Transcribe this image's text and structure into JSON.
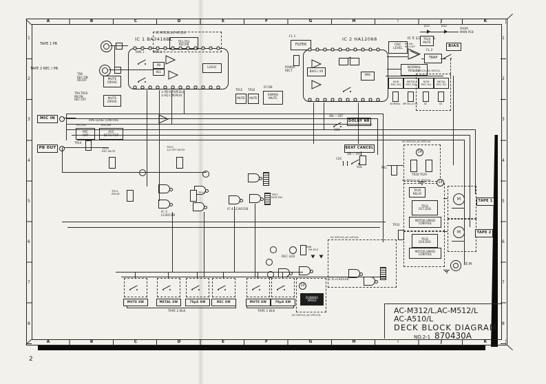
{
  "page": {
    "number": "2"
  },
  "frame": {
    "cols": [
      "A",
      "B",
      "C",
      "D",
      "E",
      "F",
      "G",
      "H",
      "I",
      "J",
      "K"
    ],
    "rows": [
      "1",
      "2",
      "3",
      "4",
      "5",
      "6",
      "7",
      "8"
    ]
  },
  "title": {
    "models1": "AC-M312/L,AC-M512/L",
    "models2": "AC-A510/L",
    "name": "DECK BLOCK DIAGRAM",
    "sheet": "NO.2-1",
    "number": "870430A"
  },
  "io": {
    "tape1": "TAPE 1    PB",
    "tape2": "TAPE 2 REC / PB",
    "mic": "MIC IN",
    "pbout": "PB OUT",
    "bias": "BIAS",
    "from_main": "FROM\nMAIN PCB",
    "em": "E.M",
    "tape1m": "TAPE 1",
    "tape2m": "TAPE 2",
    "pb": "PB",
    "rec": "REC"
  },
  "ic": {
    "ic1": "IC 1  BA3416BL",
    "ic2": "IC 2  HA12068",
    "ic3": "IC 3\nLC4011B",
    "ic4": "IC 4  LC4011B",
    "ic5": "IC 5  1/2 M5218L",
    "ic6": "IC 6  LC4011B"
  },
  "blocks": {
    "fl1": "FL 1",
    "filter": "FILTER",
    "fl2": "FL 2",
    "trap": "TRAP",
    "osc_level": "OSC\nLEVEL",
    "normal_eq": "NORMAL\nREC EQ",
    "logic": "LOGIC",
    "mix": "MIX",
    "bias_vr": "BIAS L VR",
    "mute_drive": "MUTE\nDRIVE",
    "mute": "MUTE",
    "swing": "SWING\nMUTE",
    "mic_amp": "MIC\nAMP",
    "agc": "AGC\nDETECTOR",
    "tlc": "TAPE LEVEL CONTROL",
    "relay_sel": "TR1,TR2\nREC/PB",
    "power_rect": "POWER\nRECT",
    "tr20": "TR20\nMUTE",
    "msc": "MOTOR SPEED\nCONTROL",
    "dubbing": "DUBBING\nSPEED",
    "rec_led": "REC LED",
    "tr30": "TR30\nRELAY",
    "tr31": "TR31\nD17,D18",
    "tr32": "TR32\nD19,D20",
    "tr2829": "TR28 TR29"
  },
  "labels": {
    "dolby": "DOLBY NR",
    "beat": "BEAT CANCEL",
    "on_off": "ON — OFF",
    "sw1": "SW1",
    "c26": "C26",
    "vol": "VOL",
    "d11": "D11",
    "d12": "D12",
    "pbon": "PB:ON\nREC:OFF",
    "tr8": "TR8\nREC:ON\nPB:OFF",
    "tr910": "TR9,TR10\nPB:ON\nREC:OFF",
    "tr15": "TR15",
    "tr16": "TR16",
    "d78": "D7,D8",
    "note": "① PB  H:TAPE2(L)\n② EQ  L:NOR(H)",
    "tape1_sw": "TAPE 1",
    "tape2_sw": "TAPE 2",
    "tr34": "TR3,TR4",
    "tr56": "TR5,TR6",
    "tr14": "TR14",
    "tr12": "TR12\nREC MUTE",
    "tr13": "TR13\n1/2 OFF MUTE",
    "tr11": "TR11\nRELAY",
    "r61": "R61",
    "r66": "R66",
    "tr33": "TR33",
    "tr22": "TR22\nNOR SW",
    "d910": "D9 D10",
    "m": "M",
    "c14": "14",
    "c10": "10"
  },
  "eq": {
    "items": [
      {
        "t": "NOR\nREC EQ",
        "s": "NORMAL"
      },
      {
        "t": "METAL\nREC EQ",
        "s": "METAL,CrO2"
      },
      {
        "t": "NOR\nREC EQ",
        "s": "X2"
      },
      {
        "t": "METAL\nREC EQ",
        "s": "X2"
      }
    ]
  },
  "variants": {
    "v1": "AC-M312/L,AC-M512/L",
    "v2": "AC-M312L,AC-M512L",
    "v3": "AC-M312/L,AC-M512/L",
    "v4": "AC-M312/L,AC-M512/L",
    "v5": "AC-M312/L,AC-A510/L",
    "v6": "AC-M312/L,AC-M512/L"
  },
  "switches": {
    "items": [
      "MUTE SW",
      "METAL SW",
      "70μS SW",
      "REC SW",
      "MUTE SW",
      "70μS SW"
    ],
    "g1": "TAPE 2 BLK",
    "g2": "TAPE 1 BLK"
  }
}
